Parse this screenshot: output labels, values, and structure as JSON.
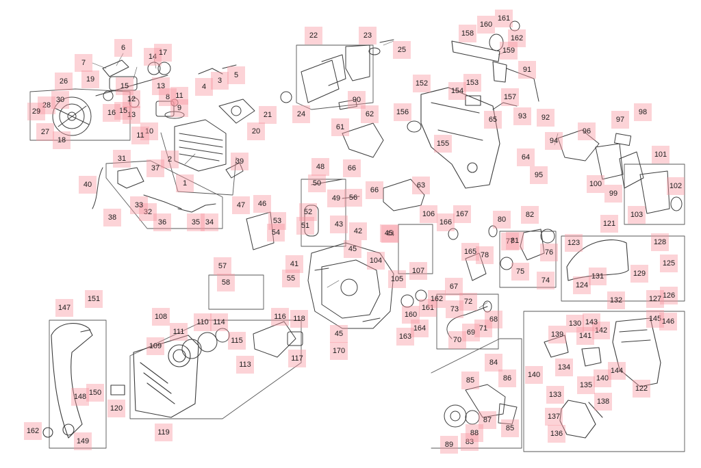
{
  "colors": {
    "line": "#3a3a3a",
    "frame": "#555555",
    "callout_bg": "#f896a0",
    "background": "#ffffff"
  },
  "callouts": [
    "1",
    "2",
    "3",
    "4",
    "5",
    "6",
    "7",
    "8",
    "9",
    "10",
    "11",
    "11",
    "12",
    "13",
    "13",
    "14",
    "15",
    "15",
    "16",
    "17",
    "18",
    "19",
    "20",
    "21",
    "22",
    "23",
    "24",
    "25",
    "26",
    "27",
    "28",
    "29",
    "30",
    "31",
    "32",
    "33",
    "34",
    "35",
    "36",
    "37",
    "38",
    "39",
    "40",
    "41",
    "42",
    "43",
    "44",
    "45",
    "45",
    "45",
    "46",
    "47",
    "48",
    "49",
    "50",
    "51",
    "52",
    "53",
    "54",
    "55",
    "56",
    "57",
    "58",
    "61",
    "62",
    "63",
    "64",
    "65",
    "66",
    "66",
    "67",
    "68",
    "69",
    "70",
    "71",
    "72",
    "73",
    "74",
    "75",
    "76",
    "77",
    "78",
    "80",
    "81",
    "82",
    "83",
    "84",
    "85",
    "85",
    "86",
    "87",
    "88",
    "89",
    "90",
    "91",
    "92",
    "93",
    "94",
    "95",
    "96",
    "97",
    "98",
    "99",
    "100",
    "101",
    "102",
    "103",
    "104",
    "105",
    "106",
    "107",
    "108",
    "109",
    "110",
    "111",
    "113",
    "114",
    "115",
    "116",
    "117",
    "118",
    "119",
    "120",
    "121",
    "122",
    "123",
    "124",
    "125",
    "126",
    "127",
    "128",
    "129",
    "130",
    "131",
    "132",
    "133",
    "134",
    "135",
    "136",
    "137",
    "138",
    "139",
    "140",
    "140",
    "141",
    "142",
    "143",
    "144",
    "145",
    "146",
    "147",
    "148",
    "149",
    "150",
    "151",
    "152",
    "153",
    "154",
    "155",
    "156",
    "157",
    "158",
    "159",
    "160",
    "160",
    "161",
    "161",
    "162",
    "162",
    "162",
    "163",
    "164",
    "165",
    "166",
    "167",
    "170"
  ]
}
